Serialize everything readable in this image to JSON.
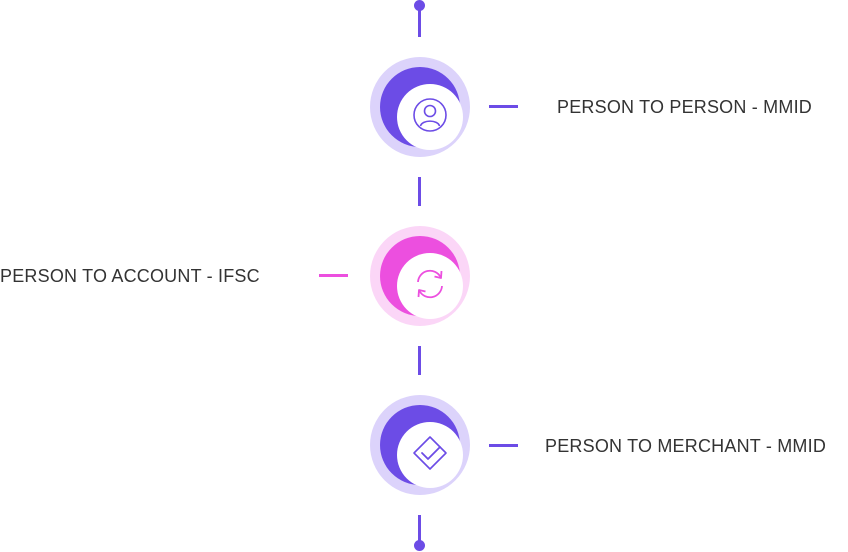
{
  "steps": [
    {
      "label": "PERSON TO PERSON - MMID",
      "icon": "user-icon",
      "color": "#6c4ce6",
      "side": "right"
    },
    {
      "label": "PERSON TO ACCOUNT - IFSC",
      "icon": "refresh-icon",
      "color": "#ec4fdf",
      "side": "left"
    },
    {
      "label": "PERSON TO MERCHANT - MMID",
      "icon": "checkmark-icon",
      "color": "#6c4ce6",
      "side": "right"
    }
  ]
}
